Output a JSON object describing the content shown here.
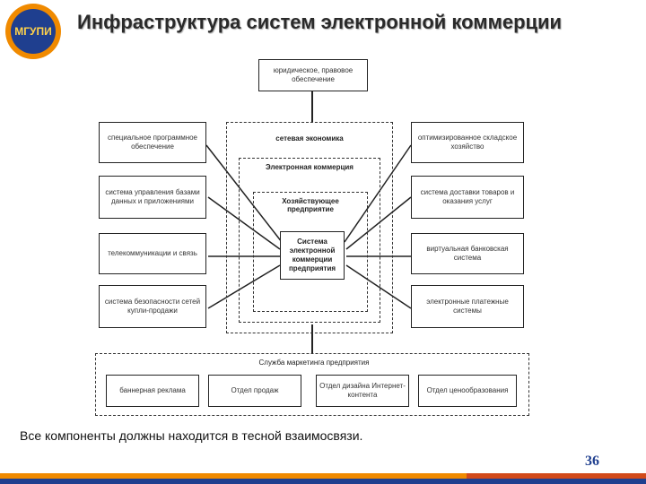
{
  "header": {
    "title": "Инфраструктура систем электронной коммерции",
    "logo_text": "МГУПИ"
  },
  "diagram": {
    "top_box": "юридическое, правовое обеспечение",
    "network_economy": "сетевая экономика",
    "ecommerce": "Электронная коммерция",
    "enterprise": "Хозяйствующее предприятие",
    "core": "Система электронной коммерции предприятия",
    "left": [
      "специальное программное обеспечение",
      "система управления базами данных и приложениями",
      "телекоммуникации и связь",
      "система безопасности сетей купли-продажи"
    ],
    "right": [
      "оптимизированное складское хозяйство",
      "система доставки товаров и оказания услуг",
      "виртуальная банковская система",
      "электронные платежные системы"
    ],
    "marketing_service": "Служба маркетинга предприятия",
    "bottom": [
      "баннерная реклама",
      "Отдел продаж",
      "Отдел дизайна Интернет-контента",
      "Отдел ценообразования"
    ]
  },
  "caption": "Все компоненты должны находится в тесной взаимосвязи.",
  "page_number": "36",
  "colors": {
    "accent_orange": "#f08a00",
    "accent_blue": "#1f3f8f",
    "accent_red": "#d24a1a"
  }
}
